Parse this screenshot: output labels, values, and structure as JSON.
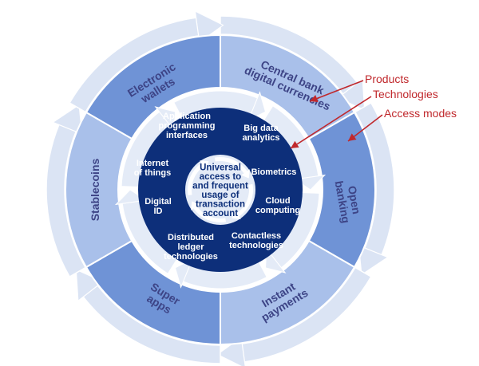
{
  "center": {
    "lines": [
      "Universal",
      "access to",
      "and frequent",
      "usage of",
      "transaction",
      "account"
    ]
  },
  "technologies": [
    {
      "id": "api",
      "lines": [
        "Application",
        "programming",
        "interfaces"
      ]
    },
    {
      "id": "big-data",
      "lines": [
        "Big data",
        "analytics"
      ]
    },
    {
      "id": "biometrics",
      "lines": [
        "Biometrics"
      ]
    },
    {
      "id": "cloud",
      "lines": [
        "Cloud",
        "computing"
      ]
    },
    {
      "id": "contactless",
      "lines": [
        "Contactless",
        "technologies"
      ]
    },
    {
      "id": "dlt",
      "lines": [
        "Distributed",
        "ledger",
        "technologies"
      ]
    },
    {
      "id": "digital-id",
      "lines": [
        "Digital",
        "ID"
      ]
    },
    {
      "id": "iot",
      "lines": [
        "Internet",
        "of things"
      ]
    }
  ],
  "access_modes": [
    {
      "id": "electronic-wallets",
      "lines": [
        "Electronic",
        "wallets"
      ]
    },
    {
      "id": "cbdc",
      "lines": [
        "Central bank",
        "digital currencies"
      ]
    },
    {
      "id": "open-banking",
      "lines": [
        "Open",
        "banking"
      ]
    },
    {
      "id": "instant-payments",
      "lines": [
        "Instant",
        "payments"
      ]
    },
    {
      "id": "super-apps",
      "lines": [
        "Super",
        "apps"
      ]
    },
    {
      "id": "stablecoins",
      "lines": [
        "Stablecoins"
      ]
    }
  ],
  "annotations": {
    "products": "Products",
    "technologies": "Technologies",
    "access_modes": "Access modes"
  },
  "colors": {
    "core": "#0d2f7a",
    "inner_ring": "#e4ebf7",
    "segment_dark": "#6f93d6",
    "segment_light": "#a9c0ea",
    "outer_ring": "#dbe4f4",
    "label_text": "#3d4486",
    "annotation": "#c0282c"
  }
}
